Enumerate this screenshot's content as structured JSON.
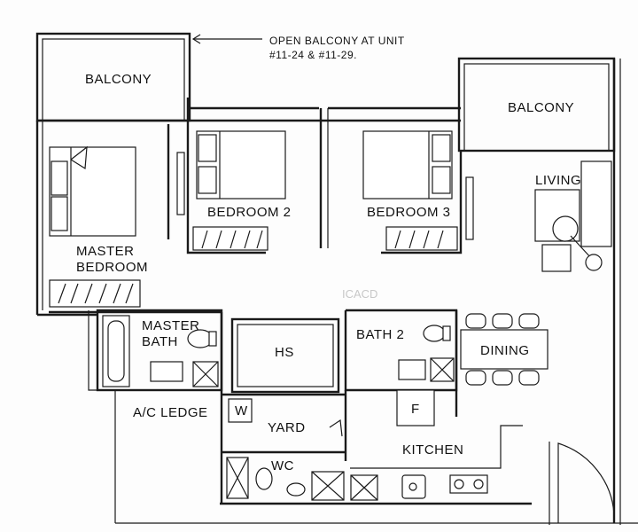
{
  "note": {
    "line1": "OPEN BALCONY AT UNIT",
    "line2": "#11-24 & #11-29."
  },
  "rooms": {
    "balcony_left": "BALCONY",
    "balcony_right": "BALCONY",
    "master_bedroom_line1": "MASTER",
    "master_bedroom_line2": "BEDROOM",
    "bedroom2": "BEDROOM 2",
    "bedroom3": "BEDROOM 3",
    "living": "LIVING",
    "master_bath_line1": "MASTER",
    "master_bath_line2": "BATH",
    "bath2": "BATH 2",
    "hs": "HS",
    "dining": "DINING",
    "ac_ledge": "A/C LEDGE",
    "yard": "YARD",
    "washer": "W",
    "fridge": "F",
    "wc": "WC",
    "kitchen": "KITCHEN"
  },
  "watermark": "ICACD"
}
